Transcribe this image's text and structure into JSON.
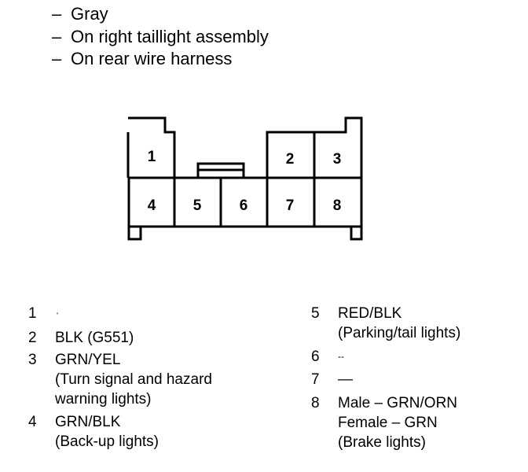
{
  "header": {
    "lines": [
      "Gray",
      "On right taillight assembly",
      "On rear wire harness"
    ],
    "dash": "–"
  },
  "connector": {
    "pins": [
      "1",
      "2",
      "3",
      "4",
      "5",
      "6",
      "7",
      "8"
    ]
  },
  "pinouts": {
    "left": [
      {
        "pin": "1",
        "lines": [
          "·"
        ]
      },
      {
        "pin": "2",
        "lines": [
          "BLK (G551)"
        ]
      },
      {
        "pin": "3",
        "lines": [
          "GRN/YEL",
          "(Turn signal and hazard",
          "warning lights)"
        ]
      },
      {
        "pin": "4",
        "lines": [
          "GRN/BLK",
          "(Back-up lights)"
        ]
      }
    ],
    "right": [
      {
        "pin": "5",
        "lines": [
          "RED/BLK",
          "(Parking/tail lights)"
        ]
      },
      {
        "pin": "6",
        "lines": [
          "--"
        ]
      },
      {
        "pin": "7",
        "lines": [
          "—"
        ]
      },
      {
        "pin": "8",
        "lines": [
          "Male – GRN/ORN",
          "Female – GRN",
          "(Brake lights)"
        ]
      }
    ]
  }
}
